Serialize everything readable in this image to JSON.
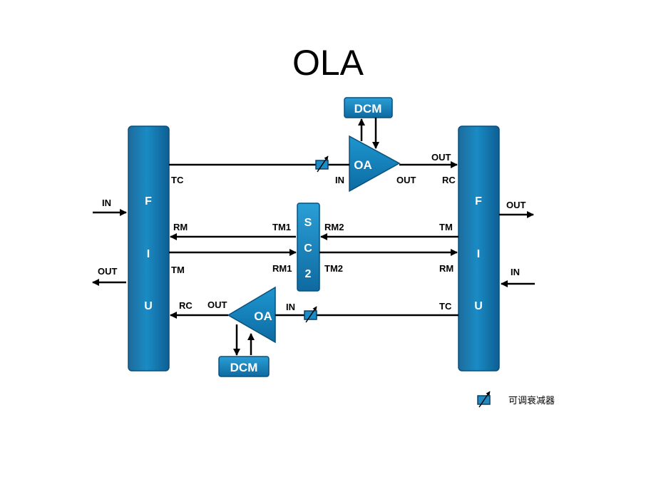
{
  "title": "OLA",
  "fiu_left": {
    "letters": [
      "F",
      "I",
      "U"
    ]
  },
  "fiu_right": {
    "letters": [
      "F",
      "I",
      "U"
    ]
  },
  "sc2": {
    "letters": [
      "S",
      "C",
      "2"
    ]
  },
  "dcm_top": {
    "label": "DCM"
  },
  "dcm_bottom": {
    "label": "DCM"
  },
  "oa_top": {
    "label": "OA"
  },
  "oa_bottom": {
    "label": "OA"
  },
  "labels": {
    "left_in": "IN",
    "left_out": "OUT",
    "left_tc": "TC",
    "left_rm": "RM",
    "left_tm": "TM",
    "left_rc": "RC",
    "oa_top_in": "IN",
    "oa_top_out": "OUT",
    "top_out": "OUT",
    "right_rc": "RC",
    "right_out": "OUT",
    "right_in": "IN",
    "right_tm": "TM",
    "right_rm": "RM",
    "right_tc": "TC",
    "sc2_tm1": "TM1",
    "sc2_rm1": "RM1",
    "sc2_rm2": "RM2",
    "sc2_tm2": "TM2",
    "oa_bottom_out": "OUT",
    "oa_bottom_in": "IN"
  },
  "legend": {
    "text": "可调衰减器"
  }
}
